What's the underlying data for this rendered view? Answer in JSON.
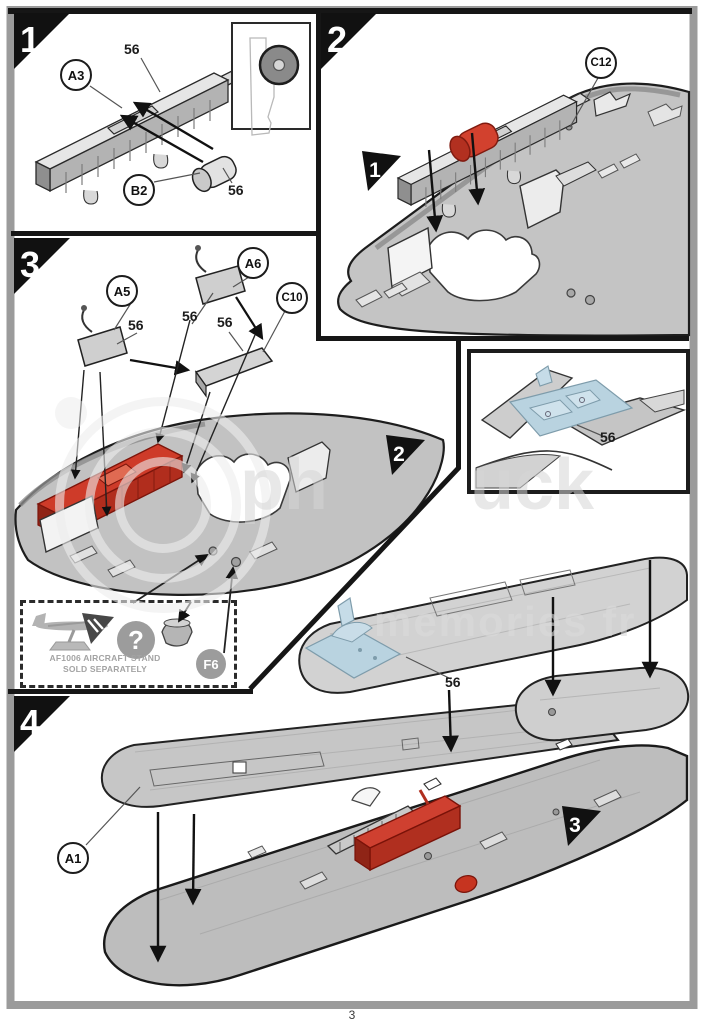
{
  "page_number": "3",
  "colors": {
    "panel_border": "#161616",
    "frame_gray": "#9b9b9b",
    "part_gray": "#c4c4c4",
    "part_light": "#e6e6e6",
    "part_dark": "#8f8f8f",
    "highlight_red": "#ce3b29",
    "highlight_blue": "#b9d3e0",
    "badge_gray": "#9c9c9c"
  },
  "steps": {
    "step1": {
      "number": "1",
      "part_a": "A3",
      "part_b": "B2",
      "paint_top": "56",
      "paint_bottom": "56"
    },
    "step2": {
      "number": "2",
      "subassembly": "1",
      "part": "C12"
    },
    "step3": {
      "number": "3",
      "subassembly": "2",
      "part_a": "A5",
      "part_b": "A6",
      "part_c": "C10",
      "paint_1": "56",
      "paint_2": "56",
      "paint_3": "56"
    },
    "step4": {
      "number": "4",
      "subassembly": "3",
      "part": "A1",
      "paint": "56"
    }
  },
  "inset": {
    "paint": "56"
  },
  "stand_note": {
    "line1": "AF1006 AIRCRAFT STAND",
    "line2": "SOLD SEPARATELY",
    "part": "F6",
    "help_glyph": "?"
  },
  "watermark": {
    "part1": "ph",
    "part2": "uck",
    "line2": "memories fr"
  }
}
